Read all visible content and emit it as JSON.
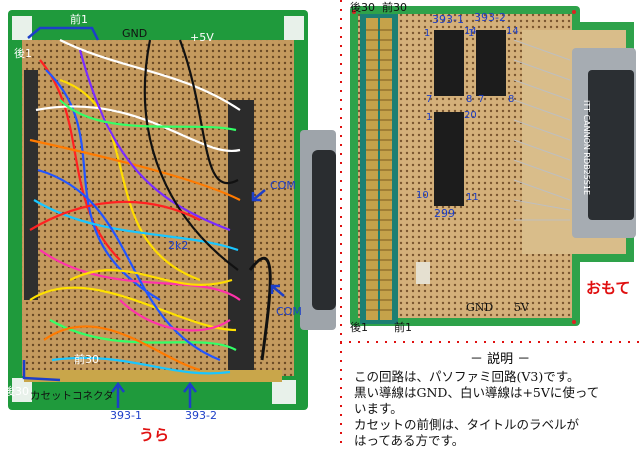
{
  "left_labels": {
    "mae1": "前1",
    "ushiro1": "後1",
    "gnd": "GND",
    "plus5v": "+5V",
    "com_top": "COM",
    "com_bottom": "COM",
    "r2k2": "2k2",
    "mae30": "前30",
    "ushiro30": "後30",
    "cassette": "カセットコネクタ",
    "ic393_1": "393-1",
    "ic393_2": "393-2",
    "ura": "うら"
  },
  "right_labels": {
    "ushiro30": "後30",
    "mae30": "前30",
    "ic393_1": "393-1",
    "ic393_2": "393-2",
    "pin1_a": "1",
    "pin14_a": "14",
    "pin1_b": "1",
    "pin14_b": "14",
    "pin7_a": "7",
    "pin8_a": "8",
    "pin7_b": "7",
    "pin8_b": "8",
    "pin1_c": "1",
    "pin20": "20",
    "pin10": "10",
    "pin11": "11",
    "ic299": "299",
    "gnd": "GND",
    "v5": "5V",
    "ushiro1": "後1",
    "mae1": "前1",
    "omote": "おもて",
    "connector_text": "ITT CANNON RDB25S1E"
  },
  "note": {
    "title": "－ 説明 －",
    "lines": [
      "この回路は、パソファミ回路(V3)です。",
      "黒い導線はGND、白い導線は+5Vに使って",
      "います。",
      "カセットの前側は、タイトルのラベルが",
      "はってある方です。"
    ]
  },
  "colors": {
    "board_green": "#1f9a3c",
    "pcb_tan": "#c9a470",
    "label_blue": "#1d3fc8",
    "label_red": "#e01010",
    "connector_teal": "#1d7f73"
  }
}
